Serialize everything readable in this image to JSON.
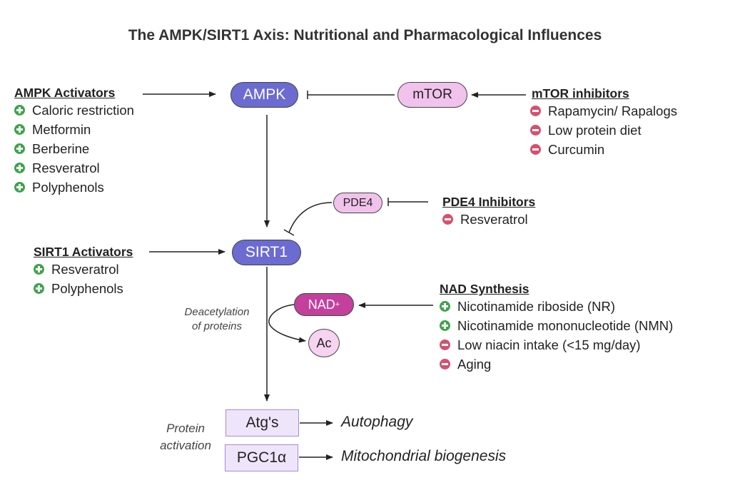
{
  "title": "The AMPK/SIRT1 Axis:  Nutritional and Pharmacological Influences",
  "nodes": {
    "ampk": "AMPK",
    "mtor": "mTOR",
    "sirt1": "SIRT1",
    "pde4": "PDE4",
    "nad": "NAD",
    "nad_sup": "+",
    "ac": "Ac",
    "atgs": "Atg's",
    "pgc1a": "PGC1α"
  },
  "groups": {
    "ampk_activators": {
      "header": "AMPK Activators",
      "items": [
        {
          "label": "Caloric restriction",
          "effect": "plus"
        },
        {
          "label": "Metformin",
          "effect": "plus"
        },
        {
          "label": "Berberine",
          "effect": "plus"
        },
        {
          "label": "Resveratrol",
          "effect": "plus"
        },
        {
          "label": "Polyphenols",
          "effect": "plus"
        }
      ]
    },
    "mtor_inhibitors": {
      "header": "mTOR inhibitors",
      "items": [
        {
          "label": "Rapamycin/ Rapalogs",
          "effect": "minus"
        },
        {
          "label": "Low protein diet",
          "effect": "minus"
        },
        {
          "label": "Curcumin",
          "effect": "minus"
        }
      ]
    },
    "pde4_inhibitors": {
      "header": "PDE4 Inhibitors",
      "items": [
        {
          "label": "Resveratrol",
          "effect": "minus"
        }
      ]
    },
    "sirt1_activators": {
      "header": "SIRT1 Activators",
      "items": [
        {
          "label": "Resveratrol",
          "effect": "plus"
        },
        {
          "label": "Polyphenols",
          "effect": "plus"
        }
      ]
    },
    "nad_synthesis": {
      "header": "NAD Synthesis",
      "items": [
        {
          "label": "Nicotinamide riboside (NR)",
          "effect": "plus"
        },
        {
          "label": "Nicotinamide mononucleotide (NMN)",
          "effect": "plus"
        },
        {
          "label": "Low niacin intake (<15 mg/day)",
          "effect": "minus"
        },
        {
          "label": "Aging",
          "effect": "minus"
        }
      ]
    }
  },
  "annotations": {
    "deacetylation_line1": "Deacetylation",
    "deacetylation_line2": "of proteins",
    "protein_activation_line1": "Protein",
    "protein_activation_line2": "activation"
  },
  "outcomes": {
    "autophagy": "Autophagy",
    "mito": "Mitochondrial biogenesis"
  },
  "colors": {
    "node_primary": "#6b6bd1",
    "node_pink": "#f0c2ec",
    "node_magenta": "#c3409c",
    "activator": "#3fa34d",
    "inhibitor": "#d6506f",
    "box_fill": "#efe5fb"
  }
}
